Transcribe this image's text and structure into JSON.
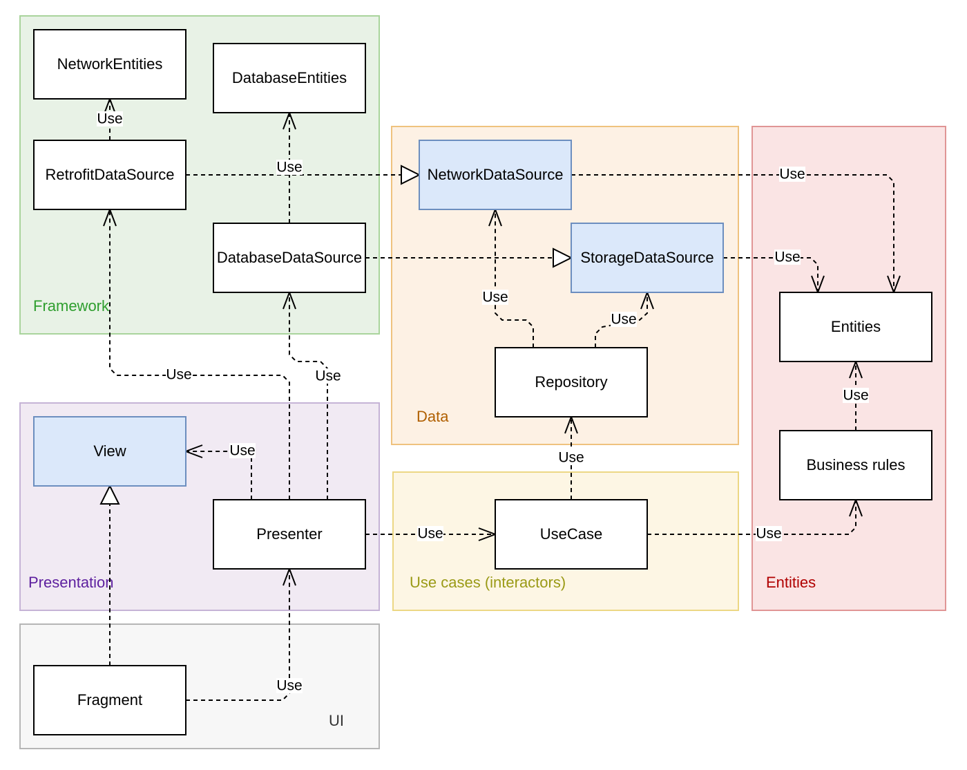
{
  "colors": {
    "framework": {
      "fill": "#e8f2e6",
      "stroke": "#a9d49c",
      "text": "#2e9e2e"
    },
    "data": {
      "fill": "#fdf1e4",
      "stroke": "#efc27e",
      "text": "#b05f00"
    },
    "presentation": {
      "fill": "#f1eaf3",
      "stroke": "#c5b3d6",
      "text": "#5d1f9e"
    },
    "usecases": {
      "fill": "#fdf6e4",
      "stroke": "#ecd784",
      "text": "#9a9a16"
    },
    "entities": {
      "fill": "#fae4e4",
      "stroke": "#e09595",
      "text": "#b00000"
    },
    "ui": {
      "fill": "#f7f7f7",
      "stroke": "#b6b6b6",
      "text": "#333333"
    },
    "node_default": {
      "fill": "#ffffff",
      "stroke": "#000000"
    },
    "node_interface": {
      "fill": "#dbe8fa",
      "stroke": "#6c8ebf"
    }
  },
  "groups": [
    {
      "id": "framework",
      "label": "Framework"
    },
    {
      "id": "data",
      "label": "Data"
    },
    {
      "id": "presentation",
      "label": "Presentation"
    },
    {
      "id": "usecases",
      "label": "Use cases (interactors)"
    },
    {
      "id": "entities",
      "label": "Entities"
    },
    {
      "id": "ui",
      "label": "UI"
    }
  ],
  "nodes": [
    {
      "id": "network-entities",
      "label": "NetworkEntities",
      "style": "default"
    },
    {
      "id": "database-entities",
      "label": "DatabaseEntities",
      "style": "default"
    },
    {
      "id": "retrofit-data-source",
      "label": "RetrofitDataSource",
      "style": "default"
    },
    {
      "id": "database-data-source",
      "label": "DatabaseDataSource",
      "style": "default"
    },
    {
      "id": "network-data-source",
      "label": "NetworkDataSource",
      "style": "interface"
    },
    {
      "id": "storage-data-source",
      "label": "StorageDataSource",
      "style": "interface"
    },
    {
      "id": "repository",
      "label": "Repository",
      "style": "default"
    },
    {
      "id": "entities",
      "label": "Entities",
      "style": "default"
    },
    {
      "id": "business-rules",
      "label": "Business rules",
      "style": "default"
    },
    {
      "id": "view",
      "label": "View",
      "style": "interface"
    },
    {
      "id": "presenter",
      "label": "Presenter",
      "style": "default"
    },
    {
      "id": "use-case",
      "label": "UseCase",
      "style": "default"
    },
    {
      "id": "fragment",
      "label": "Fragment",
      "style": "default"
    }
  ],
  "edges": [
    {
      "from": "retrofit-data-source",
      "to": "network-entities",
      "label": "Use",
      "arrow": "open"
    },
    {
      "from": "database-data-source",
      "to": "database-entities",
      "label": "Use",
      "arrow": "open"
    },
    {
      "from": "retrofit-data-source",
      "to": "network-data-source",
      "label": "",
      "arrow": "triangle"
    },
    {
      "from": "database-data-source",
      "to": "storage-data-source",
      "label": "",
      "arrow": "triangle"
    },
    {
      "from": "network-data-source",
      "to": "entities",
      "label": "Use",
      "arrow": "open"
    },
    {
      "from": "storage-data-source",
      "to": "entities",
      "label": "Use",
      "arrow": "open"
    },
    {
      "from": "repository",
      "to": "network-data-source",
      "label": "Use",
      "arrow": "open"
    },
    {
      "from": "repository",
      "to": "storage-data-source",
      "label": "Use",
      "arrow": "open"
    },
    {
      "from": "business-rules",
      "to": "entities",
      "label": "Use",
      "arrow": "open"
    },
    {
      "from": "use-case",
      "to": "repository",
      "label": "Use",
      "arrow": "open"
    },
    {
      "from": "use-case",
      "to": "business-rules",
      "label": "Use",
      "arrow": "open"
    },
    {
      "from": "presenter",
      "to": "use-case",
      "label": "Use",
      "arrow": "open"
    },
    {
      "from": "presenter",
      "to": "view",
      "label": "Use",
      "arrow": "open"
    },
    {
      "from": "presenter",
      "to": "retrofit-data-source",
      "label": "Use",
      "arrow": "open"
    },
    {
      "from": "presenter",
      "to": "database-data-source",
      "label": "Use",
      "arrow": "open"
    },
    {
      "from": "fragment",
      "to": "view",
      "label": "",
      "arrow": "triangle"
    },
    {
      "from": "fragment",
      "to": "presenter",
      "label": "Use",
      "arrow": "open"
    }
  ]
}
